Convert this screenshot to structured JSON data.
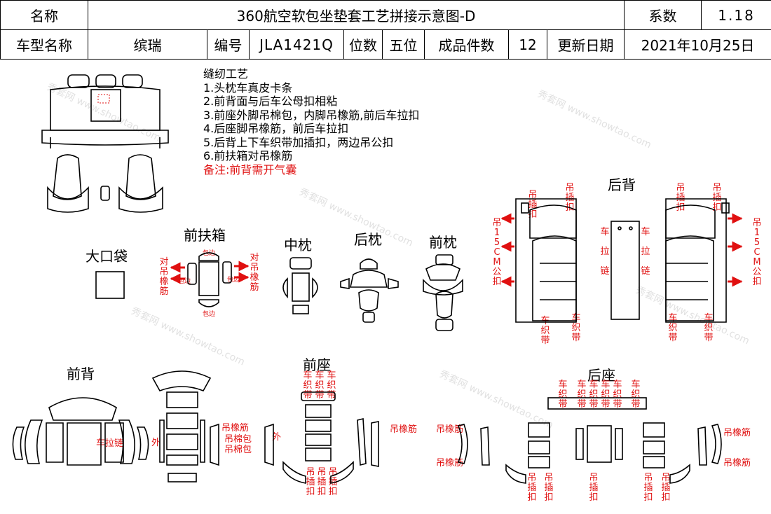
{
  "header": {
    "name_label": "名称",
    "title": "360航空软包坐垫套工艺拼接示意图-D",
    "coef_label": "系数",
    "coef_value": "1.18",
    "model_label": "车型名称",
    "model_value": "缤瑞",
    "code_label": "编号",
    "code_value": "JLA1421Q",
    "seats_label": "位数",
    "seats_value": "五位",
    "pieces_label": "成品件数",
    "pieces_value": "12",
    "date_label": "更新日期",
    "date_value": "2021年10月25日"
  },
  "notes": {
    "title": "缝纫工艺",
    "items": [
      "1.头枕车真皮卡条",
      "2.前背面与后车公母扣相粘",
      "3.前座外脚吊棉包，内脚吊橡筋,前后车拉扣",
      "4.后座脚吊橡筋，前后车拉扣",
      "5.后背上下车织带加插扣，两边吊公扣",
      "6.前扶箱对吊橡筋"
    ],
    "remark": "备注:前背需开气囊"
  },
  "sections": {
    "front_armrest": "前扶箱",
    "big_pocket": "大口袋",
    "middle_pillow": "中枕",
    "rear_pillow": "后枕",
    "front_pillow": "前枕",
    "rear_back": "后背",
    "front_back": "前背",
    "front_seat": "前座",
    "rear_seat": "后座"
  },
  "annotations": {
    "hang_elastic_pair": "对吊橡筋",
    "edge_wrap": "包边",
    "hang_insert": "吊插扣",
    "hang_15cm": "吊15CM公扣",
    "zip": "车拉链",
    "weave_strap": "车织带",
    "hang_elastic": "吊橡筋",
    "outer": "外",
    "hang_cotton": "吊棉包",
    "zipper_full": "车拉链"
  },
  "watermark": "秀套网 www.showtao.com"
}
